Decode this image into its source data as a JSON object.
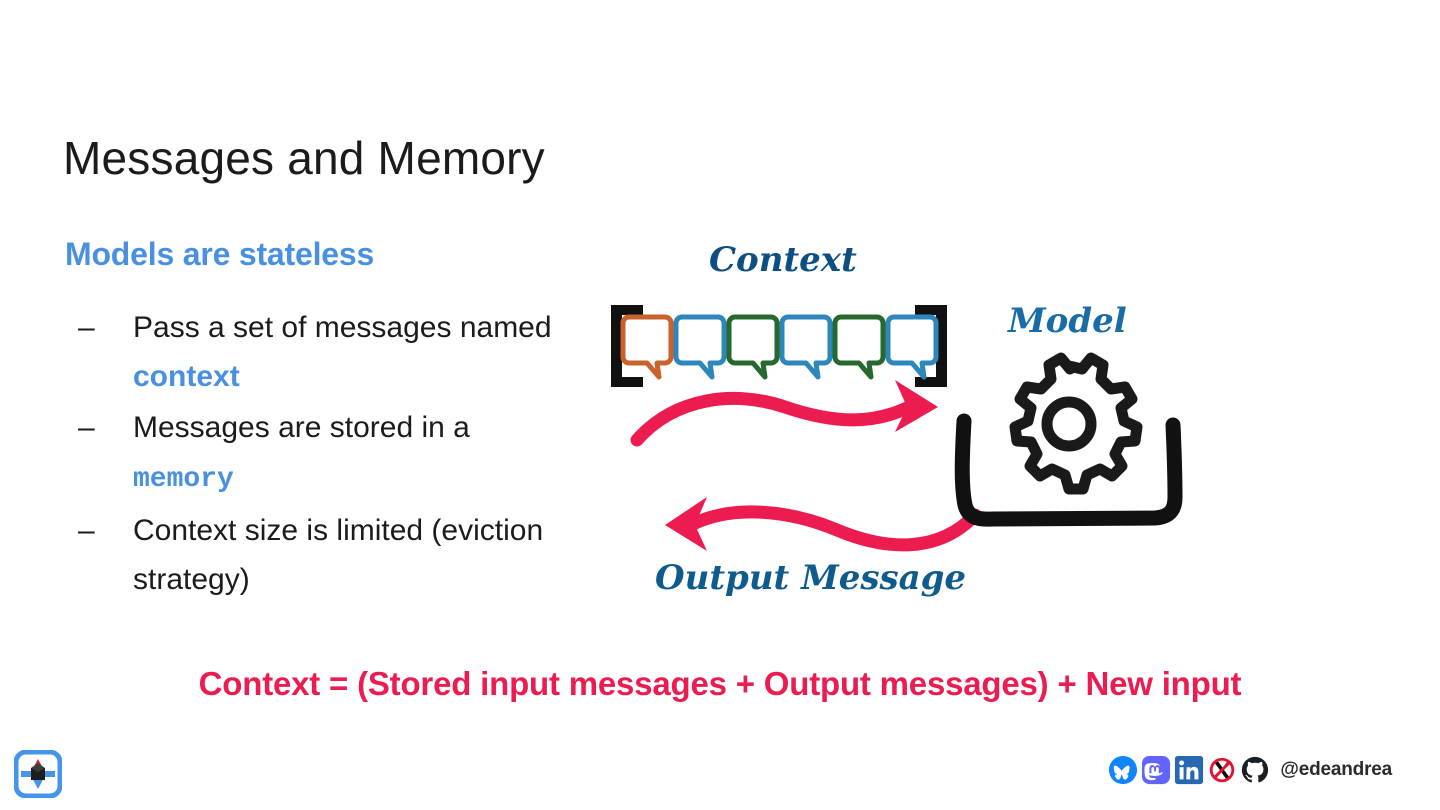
{
  "slide": {
    "title": "Messages and Memory",
    "section_heading": "Models are stateless",
    "bullets": [
      {
        "marker": "–",
        "text_before": "Pass a set of messages named ",
        "highlight": "context",
        "highlight_style": "bold",
        "text_after": ""
      },
      {
        "marker": "–",
        "text_before": "Messages are stored in a ",
        "highlight": "memory",
        "highlight_style": "mono",
        "text_after": ""
      },
      {
        "marker": "–",
        "text_before": "Context size is limited (eviction strategy)",
        "highlight": "",
        "highlight_style": "",
        "text_after": ""
      }
    ],
    "formula": "Context = (Stored input messages + Output messages) + New input"
  },
  "diagram": {
    "labels": {
      "context": "Context",
      "model": "Model",
      "output_message": "Output Message"
    },
    "bubbles": [
      {
        "color": "#c9622b",
        "name": "message-bubble-orange"
      },
      {
        "color": "#2d87bb",
        "name": "message-bubble-blue"
      },
      {
        "color": "#27682f",
        "name": "message-bubble-green"
      },
      {
        "color": "#2d87bb",
        "name": "message-bubble-blue"
      },
      {
        "color": "#27682f",
        "name": "message-bubble-green"
      },
      {
        "color": "#2d87bb",
        "name": "message-bubble-blue"
      }
    ],
    "bracket_color": "#111111",
    "arrow_color": "#ec1c51",
    "gear_color": "#1a1a1a"
  },
  "footer": {
    "handle": "@edeandrea",
    "social": [
      {
        "name": "bluesky-icon",
        "color": "#1185fe"
      },
      {
        "name": "mastodon-icon",
        "color": "#6364ff"
      },
      {
        "name": "linkedin-icon",
        "color": "#2867b2"
      },
      {
        "name": "x-twitter-crossed-out-icon",
        "color": "#e8112d"
      },
      {
        "name": "github-icon",
        "color": "#1b1f23"
      }
    ]
  },
  "colors": {
    "accent_blue": "#4a90e2",
    "accent_pink": "#ec1c51",
    "title_black": "#1b1b1b",
    "hand_blue": "#0d4f82"
  }
}
